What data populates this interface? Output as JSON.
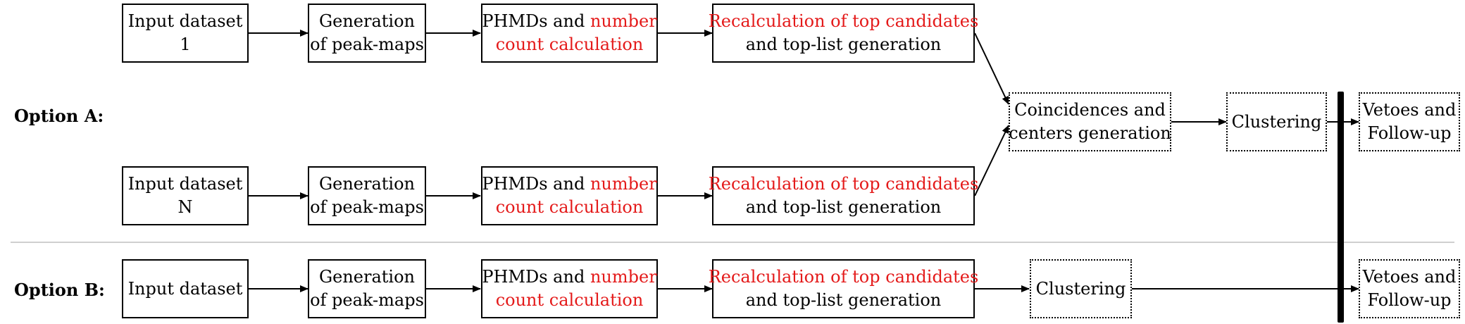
{
  "optionA": {
    "label": "Option A:",
    "row1": {
      "input": [
        "Input dataset",
        "1"
      ],
      "peakmaps": [
        "Generation",
        "of peak-maps"
      ],
      "phmd": {
        "black": "PHMDs and ",
        "red1": "number",
        "red2": "count calculation"
      },
      "recalc": {
        "red": "Recalculation of top candidates",
        "black": "and top-list generation"
      }
    },
    "rowN": {
      "input": [
        "Input dataset",
        "N"
      ],
      "peakmaps": [
        "Generation",
        "of peak-maps"
      ],
      "phmd": {
        "black": "PHMDs and ",
        "red1": "number",
        "red2": "count calculation"
      },
      "recalc": {
        "red": "Recalculation of top candidates",
        "black": "and top-list generation"
      }
    },
    "coincidences": [
      "Coincidences and",
      "centers generation"
    ],
    "clustering": "Clustering",
    "vetoes": [
      "Vetoes and",
      "Follow-up"
    ]
  },
  "optionB": {
    "label": "Option B:",
    "input": "Input dataset",
    "peakmaps": [
      "Generation",
      "of peak-maps"
    ],
    "phmd": {
      "black": "PHMDs and ",
      "red1": "number",
      "red2": "count calculation"
    },
    "recalc": {
      "red": "Recalculation of top candidates",
      "black": "and top-list generation"
    },
    "clustering": "Clustering",
    "vetoes": [
      "Vetoes and",
      "Follow-up"
    ]
  },
  "colors": {
    "highlight": "#e41a1a",
    "line": "#000000",
    "separator": "#cfcfcf"
  }
}
